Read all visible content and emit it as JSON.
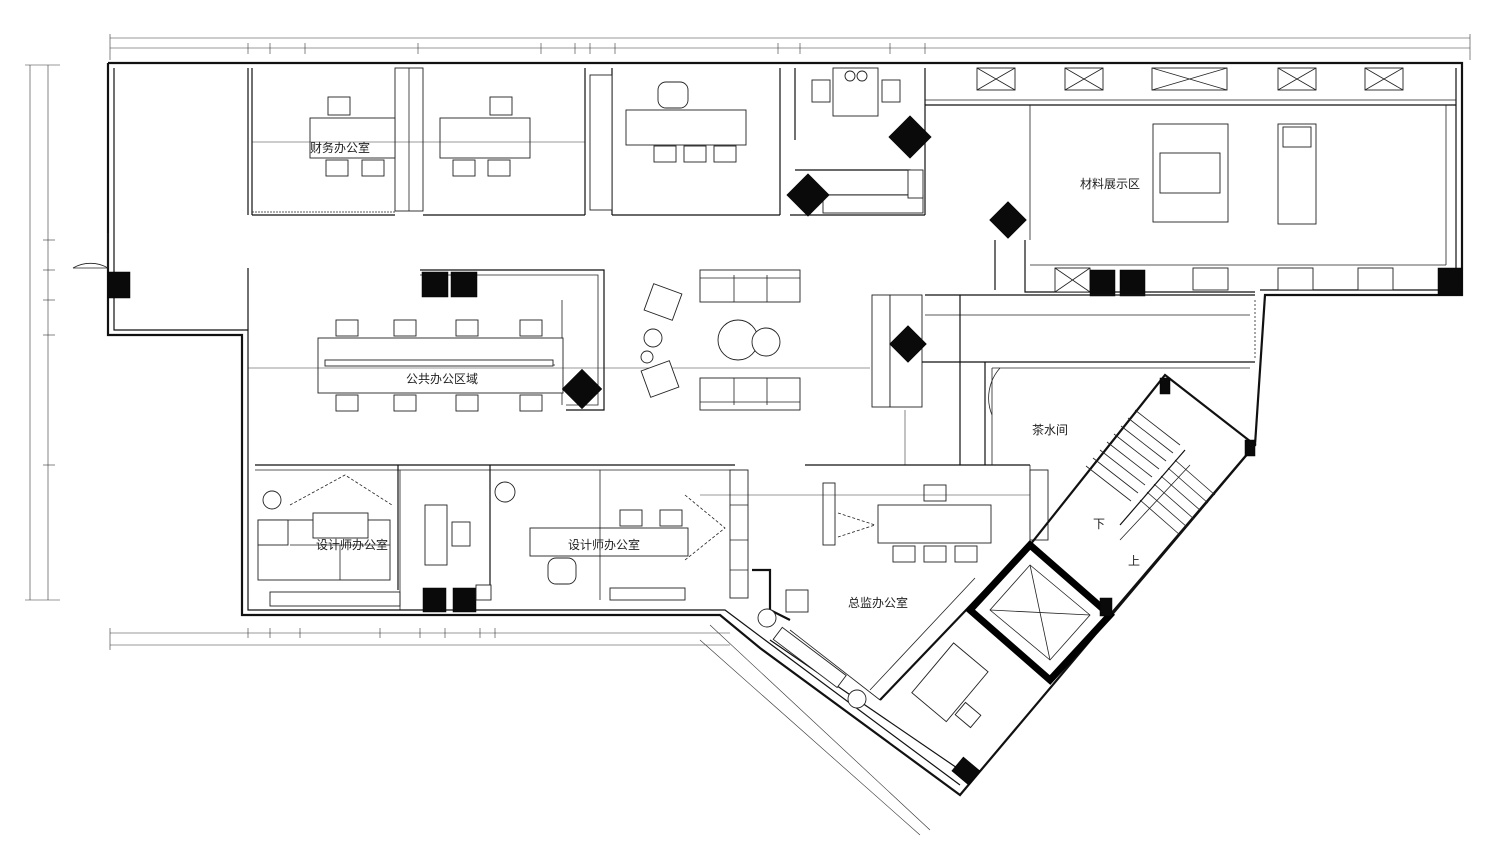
{
  "plan": {
    "rooms": [
      {
        "id": "finance",
        "label": "财务办公室"
      },
      {
        "id": "public",
        "label": "公共办公区域"
      },
      {
        "id": "material",
        "label": "材料展示区"
      },
      {
        "id": "tea",
        "label": "茶水间"
      },
      {
        "id": "designer1",
        "label": "设计师办公室"
      },
      {
        "id": "designer2",
        "label": "设计师办公室"
      },
      {
        "id": "director",
        "label": "总监办公室"
      }
    ],
    "stairs": {
      "down_label": "下",
      "up_label": "上"
    }
  }
}
